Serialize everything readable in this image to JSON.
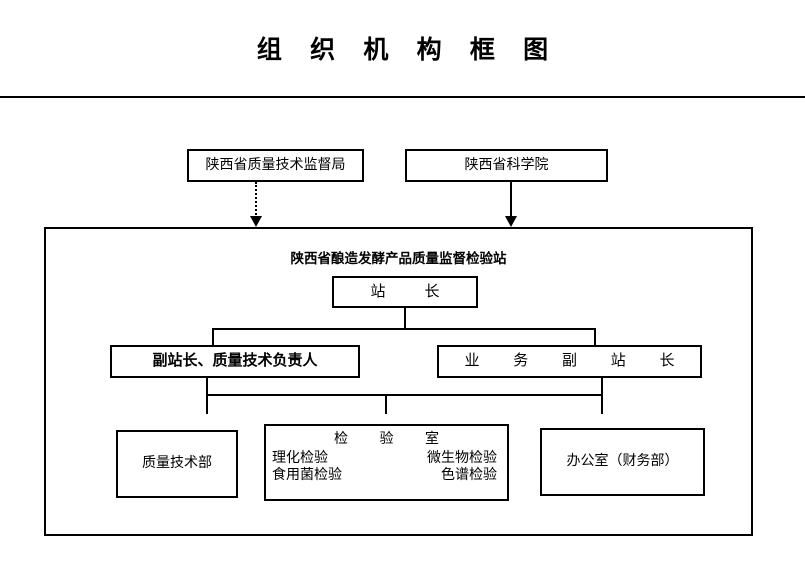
{
  "page": {
    "title": "组 织 机 构 框 图",
    "background_color": "#ffffff",
    "line_color": "#000000"
  },
  "external_nodes": [
    {
      "id": "bureau",
      "label": "陕西省质量技术监督局",
      "connector": "dotted-arrow-down"
    },
    {
      "id": "academy",
      "label": "陕西省科学院",
      "connector": "solid-arrow-down"
    }
  ],
  "organization": {
    "container_label": "陕西省酿造发酵产品质量监督检验站",
    "director": {
      "label": "站　长"
    },
    "deputies": [
      {
        "id": "deputy-quality",
        "label": "副站长、质量技术负责人"
      },
      {
        "id": "deputy-business",
        "label": "业 务 副 站 长"
      }
    ],
    "departments": [
      {
        "id": "quality-dept",
        "label": "质量技术部"
      },
      {
        "id": "laboratory",
        "label": "检 验 室",
        "sections": [
          {
            "left": "理化检验",
            "right": "微生物检验"
          },
          {
            "left": "食用菌检验",
            "right": "色谱检验"
          }
        ]
      },
      {
        "id": "office",
        "label": "办公室（财务部）"
      }
    ]
  }
}
